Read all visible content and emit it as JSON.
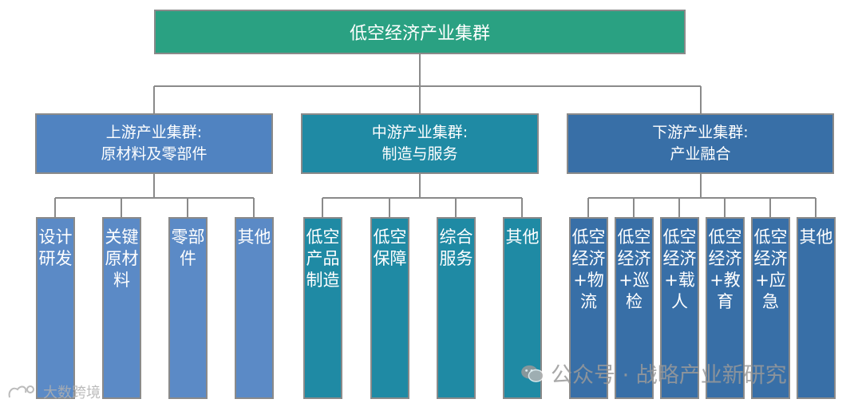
{
  "root": {
    "label": "低空经济产业集群"
  },
  "groups": [
    {
      "title": "上游产业集群:",
      "subtitle": "原材料及零部件",
      "children": [
        "设计研发",
        "关键原材料",
        "零部件",
        "其他"
      ]
    },
    {
      "title": "中游产业集群:",
      "subtitle": "制造与服务",
      "children": [
        "低空产品制造",
        "低空保障",
        "综合服务",
        "其他"
      ]
    },
    {
      "title": "下游产业集群:",
      "subtitle": "产业融合",
      "children": [
        "低空经济+物流",
        "低空经济+巡检",
        "低空经济+载人",
        "低空经济+教育",
        "低空经济+应急",
        "其他"
      ]
    }
  ],
  "watermarks": {
    "right": "公众号 · 战略产业新研究",
    "left": "大数跨境"
  },
  "colors": {
    "root": "#2aa182",
    "upstream": "#5083c1",
    "midstream": "#1f8aa4",
    "downstream": "#386fa7",
    "connector": "#8a8a8a"
  }
}
